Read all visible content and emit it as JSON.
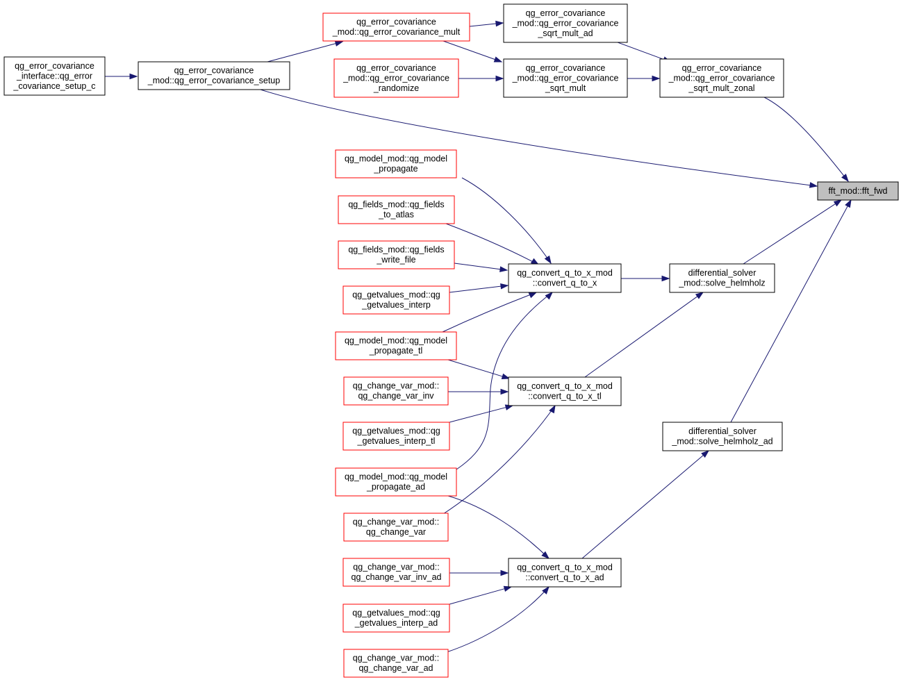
{
  "graph": {
    "nodes": [
      {
        "id": "n_setup_c",
        "lines": [
          "qg_error_covariance",
          "_interface::qg_error",
          "_covariance_setup_c"
        ],
        "style": "black"
      },
      {
        "id": "n_setup",
        "lines": [
          "qg_error_covariance",
          "_mod::qg_error_covariance_setup"
        ],
        "style": "black"
      },
      {
        "id": "n_mult",
        "lines": [
          "qg_error_covariance",
          "_mod::qg_error_covariance_mult"
        ],
        "style": "red"
      },
      {
        "id": "n_randomize",
        "lines": [
          "qg_error_covariance",
          "_mod::qg_error_covariance",
          "_randomize"
        ],
        "style": "red"
      },
      {
        "id": "n_sqrt_mult_ad",
        "lines": [
          "qg_error_covariance",
          "_mod::qg_error_covariance",
          "_sqrt_mult_ad"
        ],
        "style": "black"
      },
      {
        "id": "n_sqrt_mult",
        "lines": [
          "qg_error_covariance",
          "_mod::qg_error_covariance",
          "_sqrt_mult"
        ],
        "style": "black"
      },
      {
        "id": "n_sqrt_mult_zonal",
        "lines": [
          "qg_error_covariance",
          "_mod::qg_error_covariance",
          "_sqrt_mult_zonal"
        ],
        "style": "black"
      },
      {
        "id": "n_fft_fwd",
        "lines": [
          "fft_mod::fft_fwd"
        ],
        "style": "target"
      },
      {
        "id": "n_model_propagate",
        "lines": [
          "qg_model_mod::qg_model",
          "_propagate"
        ],
        "style": "red"
      },
      {
        "id": "n_fields_to_atlas",
        "lines": [
          "qg_fields_mod::qg_fields",
          "_to_atlas"
        ],
        "style": "red"
      },
      {
        "id": "n_fields_write_file",
        "lines": [
          "qg_fields_mod::qg_fields",
          "_write_file"
        ],
        "style": "red"
      },
      {
        "id": "n_getvalues_interp",
        "lines": [
          "qg_getvalues_mod::qg",
          "_getvalues_interp"
        ],
        "style": "red"
      },
      {
        "id": "n_model_propagate_tl",
        "lines": [
          "qg_model_mod::qg_model",
          "_propagate_tl"
        ],
        "style": "red"
      },
      {
        "id": "n_change_var_inv",
        "lines": [
          "qg_change_var_mod::",
          "qg_change_var_inv"
        ],
        "style": "red"
      },
      {
        "id": "n_getvalues_interp_tl",
        "lines": [
          "qg_getvalues_mod::qg",
          "_getvalues_interp_tl"
        ],
        "style": "red"
      },
      {
        "id": "n_model_propagate_ad",
        "lines": [
          "qg_model_mod::qg_model",
          "_propagate_ad"
        ],
        "style": "red"
      },
      {
        "id": "n_change_var",
        "lines": [
          "qg_change_var_mod::",
          "qg_change_var"
        ],
        "style": "red"
      },
      {
        "id": "n_change_var_inv_ad",
        "lines": [
          "qg_change_var_mod::",
          "qg_change_var_inv_ad"
        ],
        "style": "red"
      },
      {
        "id": "n_getvalues_interp_ad",
        "lines": [
          "qg_getvalues_mod::qg",
          "_getvalues_interp_ad"
        ],
        "style": "red"
      },
      {
        "id": "n_change_var_ad",
        "lines": [
          "qg_change_var_mod::",
          "qg_change_var_ad"
        ],
        "style": "red"
      },
      {
        "id": "n_convert_q_to_x",
        "lines": [
          "qg_convert_q_to_x_mod",
          "::convert_q_to_x"
        ],
        "style": "black"
      },
      {
        "id": "n_convert_q_to_x_tl",
        "lines": [
          "qg_convert_q_to_x_mod",
          "::convert_q_to_x_tl"
        ],
        "style": "black"
      },
      {
        "id": "n_convert_q_to_x_ad",
        "lines": [
          "qg_convert_q_to_x_mod",
          "::convert_q_to_x_ad"
        ],
        "style": "black"
      },
      {
        "id": "n_solve_helmholz",
        "lines": [
          "differential_solver",
          "_mod::solve_helmholz"
        ],
        "style": "black"
      },
      {
        "id": "n_solve_helmholz_ad",
        "lines": [
          "differential_solver",
          "_mod::solve_helmholz_ad"
        ],
        "style": "black"
      }
    ],
    "edges": [
      [
        "n_setup_c",
        "n_setup"
      ],
      [
        "n_setup",
        "n_mult"
      ],
      [
        "n_setup",
        "n_fft_fwd"
      ],
      [
        "n_mult",
        "n_sqrt_mult_ad"
      ],
      [
        "n_mult",
        "n_sqrt_mult"
      ],
      [
        "n_randomize",
        "n_sqrt_mult"
      ],
      [
        "n_sqrt_mult_ad",
        "n_sqrt_mult_zonal"
      ],
      [
        "n_sqrt_mult",
        "n_sqrt_mult_zonal"
      ],
      [
        "n_sqrt_mult_zonal",
        "n_fft_fwd"
      ],
      [
        "n_model_propagate",
        "n_convert_q_to_x"
      ],
      [
        "n_fields_to_atlas",
        "n_convert_q_to_x"
      ],
      [
        "n_fields_write_file",
        "n_convert_q_to_x"
      ],
      [
        "n_getvalues_interp",
        "n_convert_q_to_x"
      ],
      [
        "n_model_propagate_tl",
        "n_convert_q_to_x"
      ],
      [
        "n_model_propagate_ad",
        "n_convert_q_to_x"
      ],
      [
        "n_model_propagate_tl",
        "n_convert_q_to_x_tl"
      ],
      [
        "n_change_var_inv",
        "n_convert_q_to_x_tl"
      ],
      [
        "n_getvalues_interp_tl",
        "n_convert_q_to_x_tl"
      ],
      [
        "n_change_var",
        "n_convert_q_to_x_tl"
      ],
      [
        "n_model_propagate_ad",
        "n_convert_q_to_x_ad"
      ],
      [
        "n_change_var_inv_ad",
        "n_convert_q_to_x_ad"
      ],
      [
        "n_getvalues_interp_ad",
        "n_convert_q_to_x_ad"
      ],
      [
        "n_change_var_ad",
        "n_convert_q_to_x_ad"
      ],
      [
        "n_convert_q_to_x",
        "n_solve_helmholz"
      ],
      [
        "n_convert_q_to_x_tl",
        "n_solve_helmholz"
      ],
      [
        "n_convert_q_to_x_ad",
        "n_solve_helmholz_ad"
      ],
      [
        "n_solve_helmholz",
        "n_fft_fwd"
      ],
      [
        "n_solve_helmholz_ad",
        "n_fft_fwd"
      ]
    ],
    "colors": {
      "edge": "#191970",
      "node_border": "#000000",
      "caller_border": "#ff0000",
      "target_fill": "#bfbfbf"
    }
  }
}
